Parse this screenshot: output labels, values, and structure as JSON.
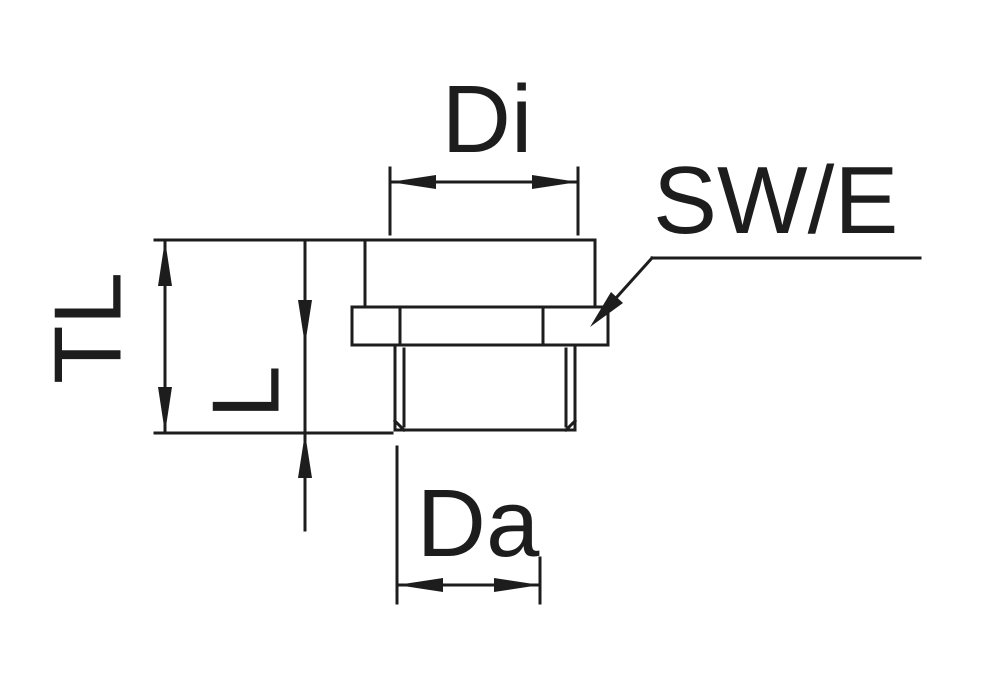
{
  "diagram": {
    "labels": {
      "inner_diameter": "Di",
      "wrench_size": "SW/E",
      "total_length": "TL",
      "thread_length": "L",
      "outer_diameter": "Da"
    },
    "colors": {
      "line": "#1d1d1d",
      "background": "#ffffff"
    }
  }
}
